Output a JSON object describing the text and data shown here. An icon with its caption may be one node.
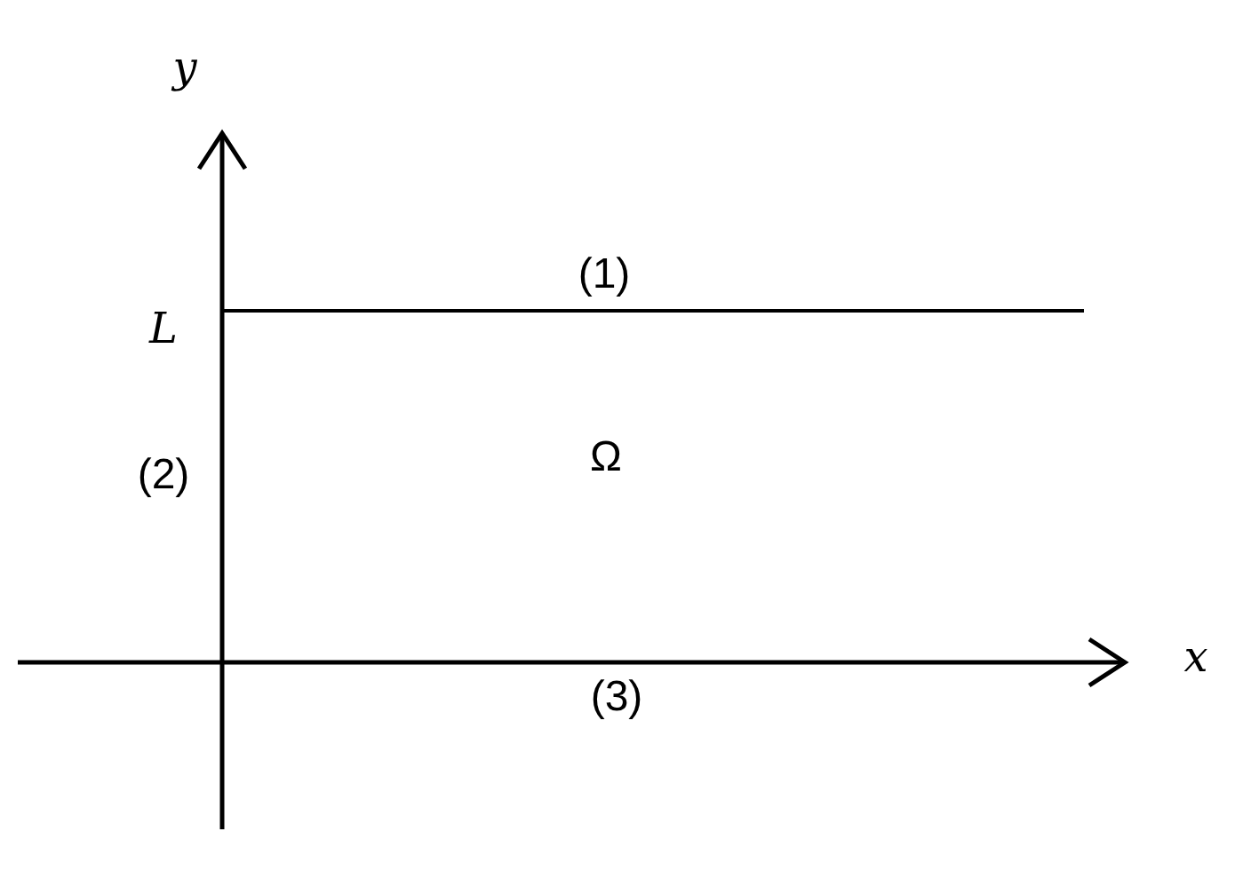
{
  "diagram": {
    "labels": [
      "y",
      "(1)",
      "L",
      "(2)",
      "Ω",
      "x",
      "(3)"
    ]
  }
}
